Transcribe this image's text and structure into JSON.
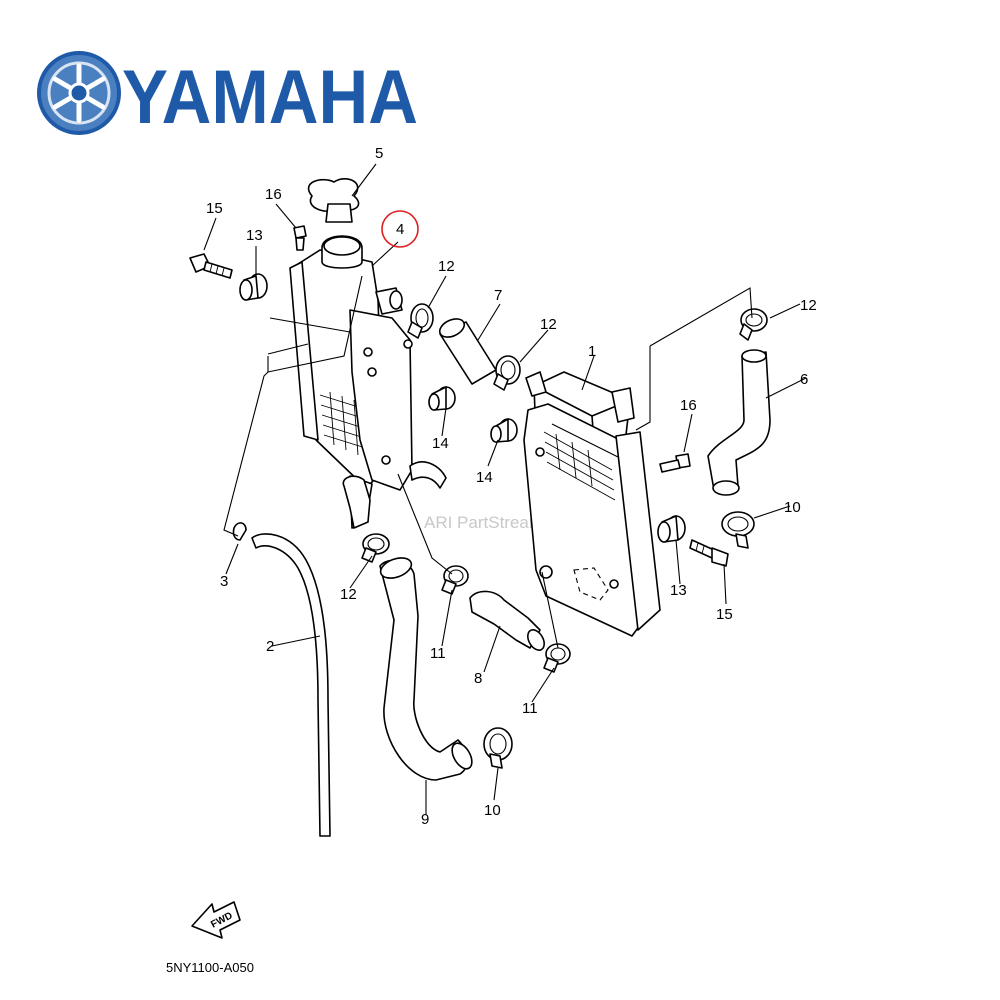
{
  "brand": {
    "name": "YAMAHA",
    "color": "#1e5aa8"
  },
  "diagram_code": "5NY1100-A050",
  "watermark": "ARI PartStream™",
  "fwd_label": "FWD",
  "highlight": {
    "callout": "4",
    "color": "#e02020"
  },
  "callouts": [
    "1",
    "2",
    "3",
    "4",
    "5",
    "6",
    "7",
    "8",
    "9",
    "10",
    "11",
    "12",
    "13",
    "14",
    "15",
    "16"
  ],
  "parts": [
    {
      "number": "1",
      "kind": "right-radiator"
    },
    {
      "number": "2",
      "kind": "breather-hose"
    },
    {
      "number": "3",
      "kind": "hose-clip"
    },
    {
      "number": "4",
      "kind": "left-radiator"
    },
    {
      "number": "5",
      "kind": "radiator-cap"
    },
    {
      "number": "6",
      "kind": "upper-hose"
    },
    {
      "number": "7",
      "kind": "joint-pipe"
    },
    {
      "number": "8",
      "kind": "short-hose"
    },
    {
      "number": "9",
      "kind": "lower-hose"
    },
    {
      "number": "10",
      "kind": "hose-clamp"
    },
    {
      "number": "11",
      "kind": "hose-clamp"
    },
    {
      "number": "12",
      "kind": "hose-clamp"
    },
    {
      "number": "13",
      "kind": "grommet"
    },
    {
      "number": "14",
      "kind": "collar"
    },
    {
      "number": "15",
      "kind": "bolt"
    },
    {
      "number": "16",
      "kind": "bolt"
    }
  ]
}
